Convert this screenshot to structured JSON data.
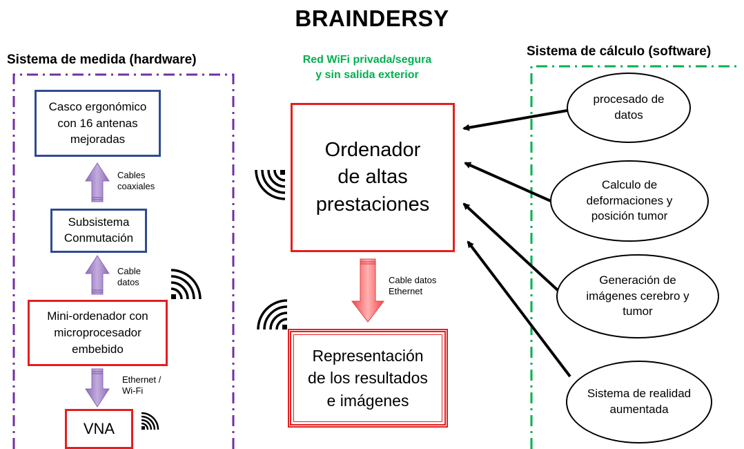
{
  "title": "BRAINDERSY",
  "hardware": {
    "heading": "Sistema de medida (hardware)",
    "casco": "Casco ergonómico\ncon 16 antenas\nmejoradas",
    "cables_coaxiales": "Cables\ncoaxiales",
    "subsistema": "Subsistema\nConmutación",
    "cable_datos": "Cable\ndatos",
    "mini_ordenador": "Mini-ordenador con\nmicroprocesador\nembebido",
    "ethernet_wifi": "Ethernet /\nWi-Fi",
    "vna": "VNA"
  },
  "network": {
    "label": "Red WiFi privada/segura\ny sin salida exterior",
    "ordenador": "Ordenador\nde altas\nprestaciones",
    "cable_ethernet": "Cable datos\nEthernet",
    "representacion": "Representación\nde los resultados\ne imágenes"
  },
  "software": {
    "heading": "Sistema de cálculo (software)",
    "items": [
      "procesado de\ndatos",
      "Calculo de\ndeformaciones y\nposición tumor",
      "Generación de\nimágenes cerebro y\ntumor",
      "Sistema de realidad\naumentada"
    ]
  },
  "colors": {
    "hardware_border": "#7030a0",
    "software_border": "#00b050",
    "network_text": "#00b050",
    "blue_box": "#2f4b8f",
    "red_box": "#e41e1e",
    "purple_arrow": "#a68bc9",
    "red_arrow": "#f26b6b"
  },
  "icons": [
    "wifi-icon"
  ]
}
